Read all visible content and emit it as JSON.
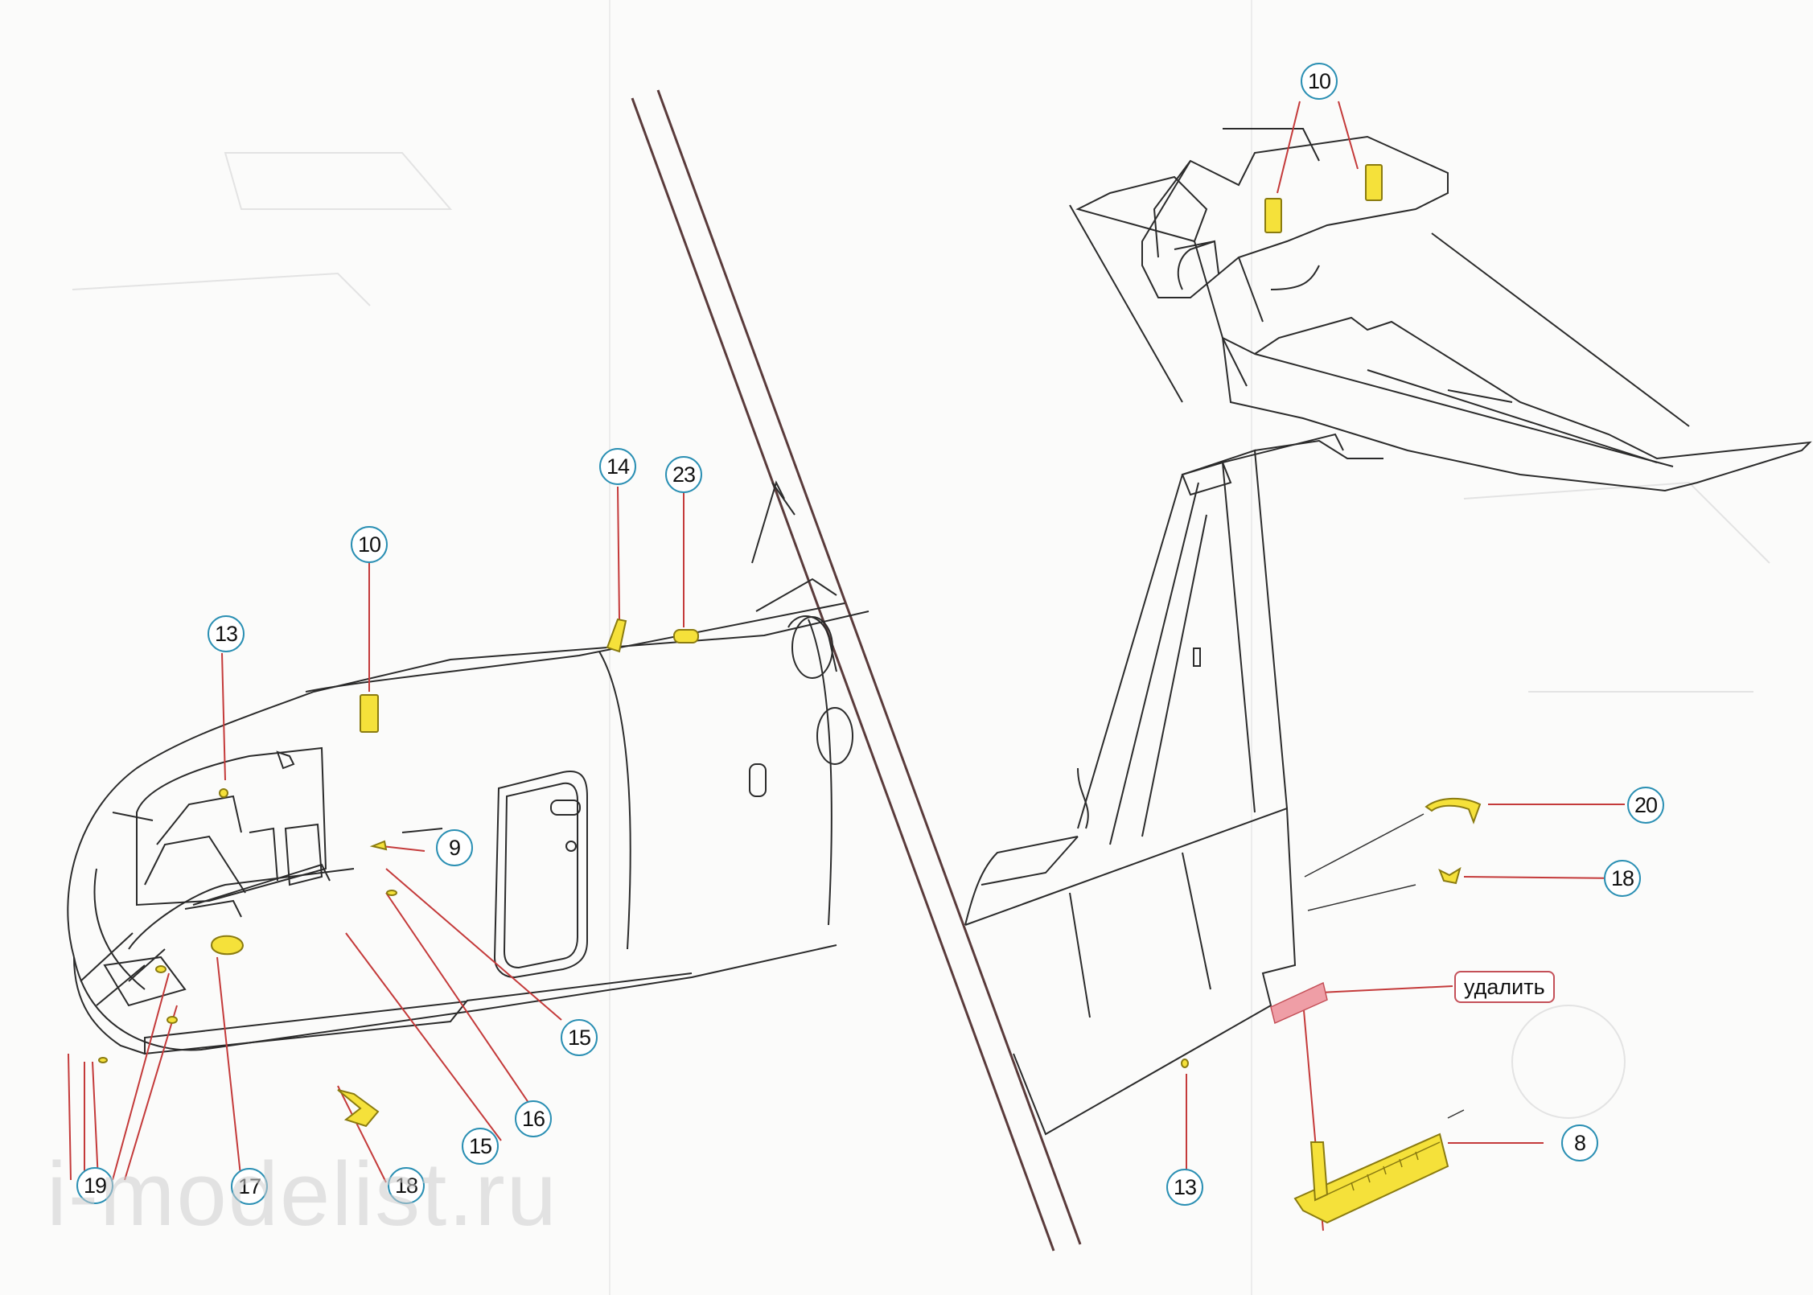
{
  "callouts": [
    {
      "label": "10"
    },
    {
      "label": "13"
    },
    {
      "label": "14"
    },
    {
      "label": "23"
    },
    {
      "label": "10"
    },
    {
      "label": "9"
    },
    {
      "label": "15"
    },
    {
      "label": "16"
    },
    {
      "label": "15"
    },
    {
      "label": "18"
    },
    {
      "label": "17"
    },
    {
      "label": "19"
    },
    {
      "label": "20"
    },
    {
      "label": "18"
    },
    {
      "label": "8"
    },
    {
      "label": "13"
    }
  ],
  "remove_label": "удалить",
  "watermark": "i-modelist.ru",
  "colors": {
    "part_yellow": "#f5e13a",
    "part_outline": "#8a7b10",
    "remove_red": "#ef9ea6",
    "callout_ring": "#2a8fb3",
    "leader_line": "#c43a3a",
    "drawing_line": "#2b2b2b",
    "separator": "#5a3b3b"
  }
}
